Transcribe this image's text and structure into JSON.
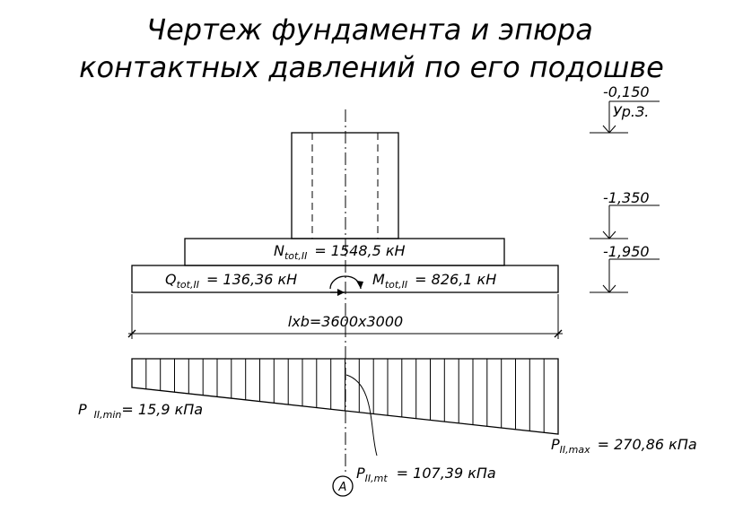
{
  "title": {
    "line1": "Чертеж  фундамента  и  эпюра",
    "line2": "контактных  давлений  по  его  подошве"
  },
  "levels": {
    "ground_value": "-0,150",
    "ground_label": "Ур.З.",
    "step_value": "-1,350",
    "base_value": "-1,950"
  },
  "loads": {
    "n": {
      "sym": "N",
      "sub": "tot,II",
      "val": "=  1548,5  кН"
    },
    "q": {
      "sym": "Q",
      "sub": "tot,II",
      "val": "=  136,36 кН"
    },
    "m": {
      "sym": "M",
      "sub": "tot,II",
      "val": "=  826,1 кН"
    }
  },
  "dimension": {
    "label": "lxb=3600x3000"
  },
  "pressures": {
    "min": {
      "sym": "P",
      "sub": "II,min",
      "val": "=  15,9  кПа",
      "kpa": 15.9
    },
    "mt": {
      "sym": "P",
      "sub": "II,mt",
      "val": "=  107,39  кПа",
      "kpa": 107.39
    },
    "max": {
      "sym": "P",
      "sub": "II,max",
      "val": "=  270,86  кПа",
      "kpa": 270.86
    }
  },
  "axis": {
    "label": "А"
  }
}
